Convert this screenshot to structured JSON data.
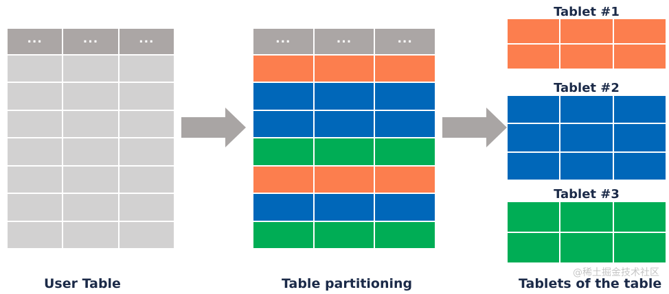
{
  "colors": {
    "header": "#aba6a5",
    "gray_row": "#d2d1d1",
    "orange": "#fc7e4e",
    "blue": "#0067b9",
    "green": "#00ad55",
    "arrow": "#a9a5a4",
    "text": "#1b2a48"
  },
  "user_table": {
    "header_cells": [
      "...",
      "...",
      "..."
    ],
    "rows": [
      "gray",
      "gray",
      "gray",
      "gray",
      "gray",
      "gray",
      "gray"
    ],
    "caption": "User Table"
  },
  "partitioned_table": {
    "header_cells": [
      "...",
      "...",
      "..."
    ],
    "rows": [
      "orange",
      "blue",
      "blue",
      "green",
      "orange",
      "blue",
      "green"
    ],
    "caption": "Table partitioning"
  },
  "tablets": {
    "caption": "Tablets of the table",
    "items": [
      {
        "title": "Tablet #1",
        "color": "orange",
        "row_count": 2
      },
      {
        "title": "Tablet #2",
        "color": "blue",
        "row_count": 3
      },
      {
        "title": "Tablet #3",
        "color": "green",
        "row_count": 2
      }
    ]
  },
  "watermark": "@稀土掘金技术社区"
}
